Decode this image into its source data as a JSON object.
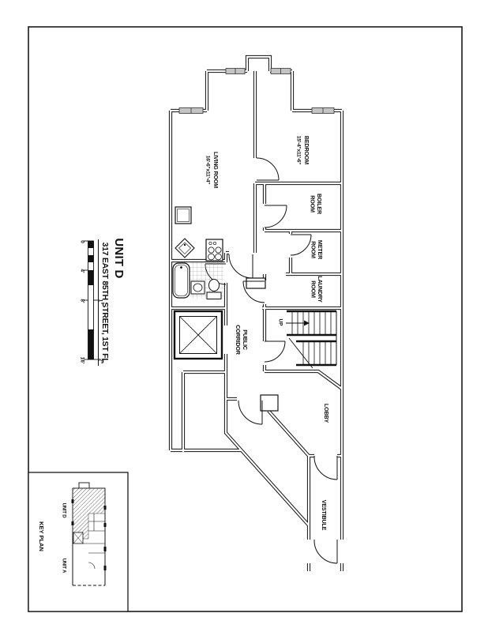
{
  "colors": {
    "wall": "#111111",
    "window_fill": "#c4c4c4",
    "text": "#111111"
  },
  "title": {
    "unit": "UNIT D",
    "address": "317 EAST 85TH STREET, 1ST FL"
  },
  "scale_bar": {
    "left": [
      "0",
      "4'",
      "8'",
      "16'"
    ],
    "right": [
      "1\"",
      "2\""
    ]
  },
  "rooms": {
    "living": {
      "name": "LIVING ROOM",
      "dims": "16'-6\"x11'-4\""
    },
    "bedroom": {
      "name": "BEDROOM",
      "dims": "15'-4\"x11'-6\""
    },
    "boiler": {
      "line1": "BOILER",
      "line2": "ROOM"
    },
    "meter": {
      "line1": "METER",
      "line2": "ROOM"
    },
    "laundry": {
      "line1": "LAUNDRY",
      "line2": "ROOM"
    },
    "corridor": {
      "line1": "PUBLIC",
      "line2": "CORRIDOR"
    },
    "lobby": {
      "name": "LOBBY"
    },
    "vestibule": {
      "name": "VESTIBULE"
    }
  },
  "stairs": {
    "up": "UP"
  },
  "key_plan": {
    "title": "KEY PLAN",
    "unit_d": "UNIT D",
    "unit_a": "UNIT A"
  }
}
